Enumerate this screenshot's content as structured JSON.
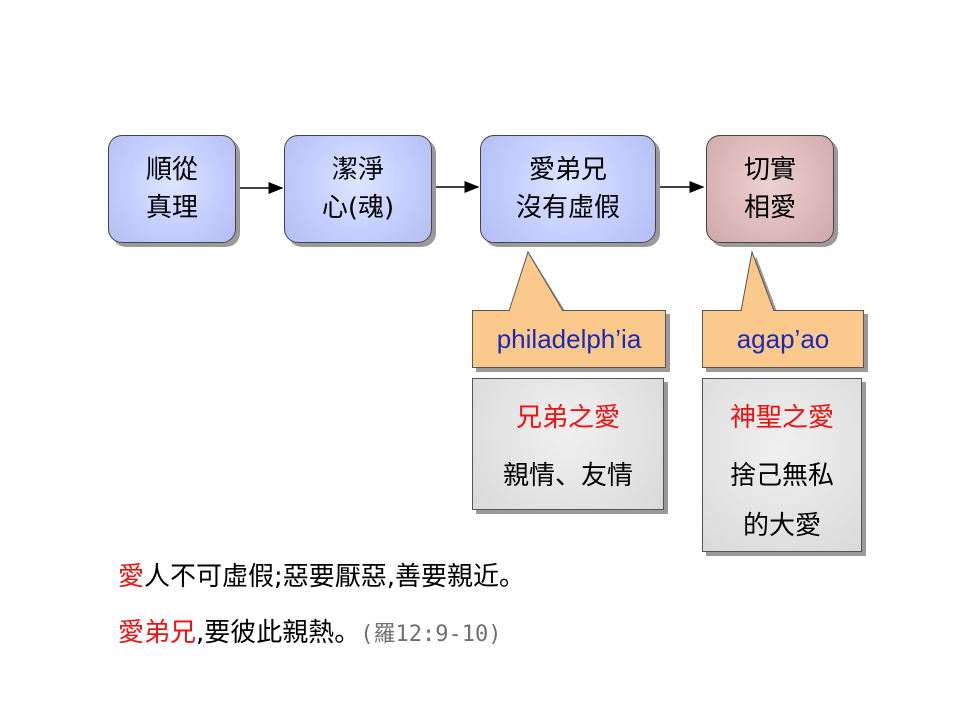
{
  "flow": {
    "step1": {
      "line1": "順從",
      "line2": "真理"
    },
    "step2": {
      "line1": "潔淨",
      "line2": "心(魂)"
    },
    "step3": {
      "line1": "愛弟兄",
      "line2": "沒有虛假"
    },
    "step4": {
      "line1": "切實",
      "line2": "相愛"
    }
  },
  "callouts": {
    "left": {
      "term": "philadelph’ia",
      "title": "兄弟之愛",
      "desc": "親情、友情"
    },
    "right": {
      "term": "agap’ao",
      "title": "神聖之愛",
      "desc1": "捨己無私",
      "desc2": "的大愛"
    }
  },
  "verses": {
    "line1_red": "愛",
    "line1_rest": "人不可虛假;惡要厭惡,善要親近。",
    "line2_red": "愛弟兄",
    "line2_rest": ",要彼此親熱。",
    "line2_ref": "(羅12:9-10)"
  },
  "colors": {
    "box_blue": "#c4ceff",
    "box_pink": "#ddb8b8",
    "callout_orange": "#fbc98c",
    "term_blue": "#1a2ab8",
    "accent_red": "#ee1111"
  }
}
